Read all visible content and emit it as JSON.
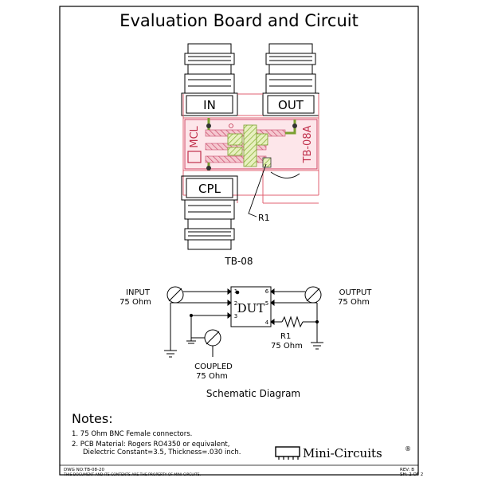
{
  "title": "Evaluation Board and Circuit",
  "board": {
    "label_in": "IN",
    "label_out": "OUT",
    "label_cpl": "CPL",
    "label_mcl": "MCL",
    "label_part": "TB-08A",
    "label_r1": "R1",
    "caption": "TB-08"
  },
  "schematic": {
    "input_label": "INPUT",
    "input_impedance": "75 Ohm",
    "output_label": "OUTPUT",
    "output_impedance": "75 Ohm",
    "coupled_label": "COUPLED",
    "coupled_impedance": "75 Ohm",
    "dut_label": "DUT",
    "resistor_label": "R1",
    "resistor_value": "75 Ohm",
    "pins": [
      "1",
      "2",
      "3",
      "4",
      "5",
      "6"
    ],
    "caption": "Schematic Diagram"
  },
  "notes": {
    "heading": "Notes:",
    "line1": "1.  75 Ohm BNC Female connectors.",
    "line2": "2.  PCB Material: Rogers RO4350 or equivalent,",
    "line3": "Dielectric Constant=3.5, Thickness=.030 inch."
  },
  "footer": {
    "dwg_no": "DWG NO:TB-08-20",
    "property": "THIS DOCUMENT AND ITS CONTENTS ARE THE PROPERTY OF MINI-CIRCUITS.",
    "rev": "REV: B",
    "sheet": "SH: 2  OF  2"
  },
  "logo": {
    "text": "Mini-Circuits",
    "mark": "®"
  },
  "colors": {
    "board_outline": "#e06070",
    "trace": "#d05080",
    "hatch": "#a8c840"
  }
}
